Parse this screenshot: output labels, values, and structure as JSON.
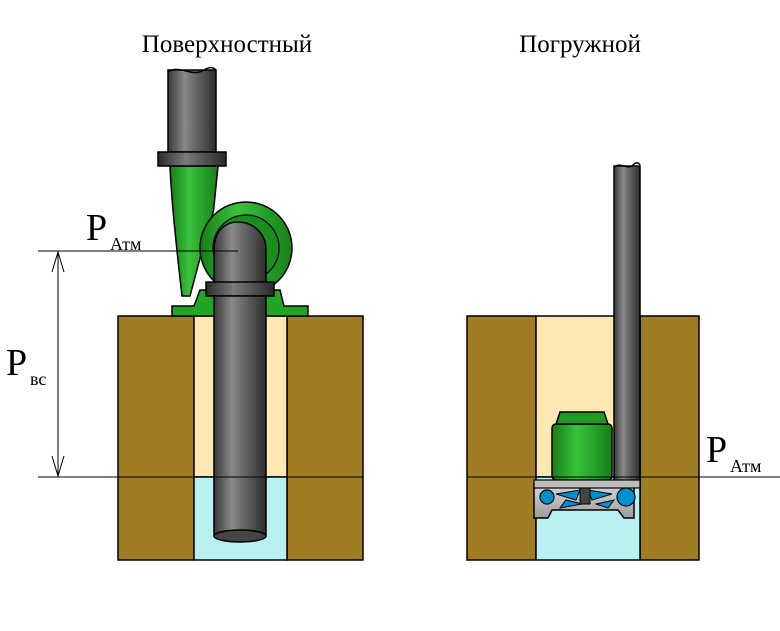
{
  "titles": {
    "surface": "Поверхностный",
    "submersible": "Погружной"
  },
  "labels": {
    "p_main": "P",
    "atm_sub": "Атм",
    "vs_sub": "вс"
  },
  "colors": {
    "soil": "#a07c22",
    "well_air": "#fde8b4",
    "water": "#b9f1f0",
    "pump_green": "#22a524",
    "pipe_dark": "#555555",
    "impeller_blue": "#0090d0"
  }
}
